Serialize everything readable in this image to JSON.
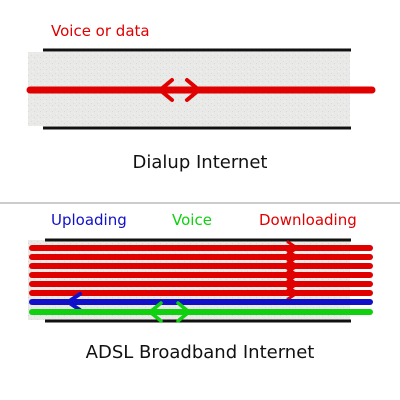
{
  "dialup": {
    "label": "Voice or data",
    "caption": "Dialup Internet"
  },
  "adsl": {
    "upload_label": "Uploading",
    "voice_label": "Voice",
    "download_label": "Downloading",
    "caption": "ADSL Broadband Internet",
    "download_channel_count": 6
  },
  "colors": {
    "red": "#e00000",
    "blue": "#1010c8",
    "green": "#10d010",
    "wire": "#111111",
    "band": "#e8e8e6",
    "divider": "#cccccc"
  }
}
